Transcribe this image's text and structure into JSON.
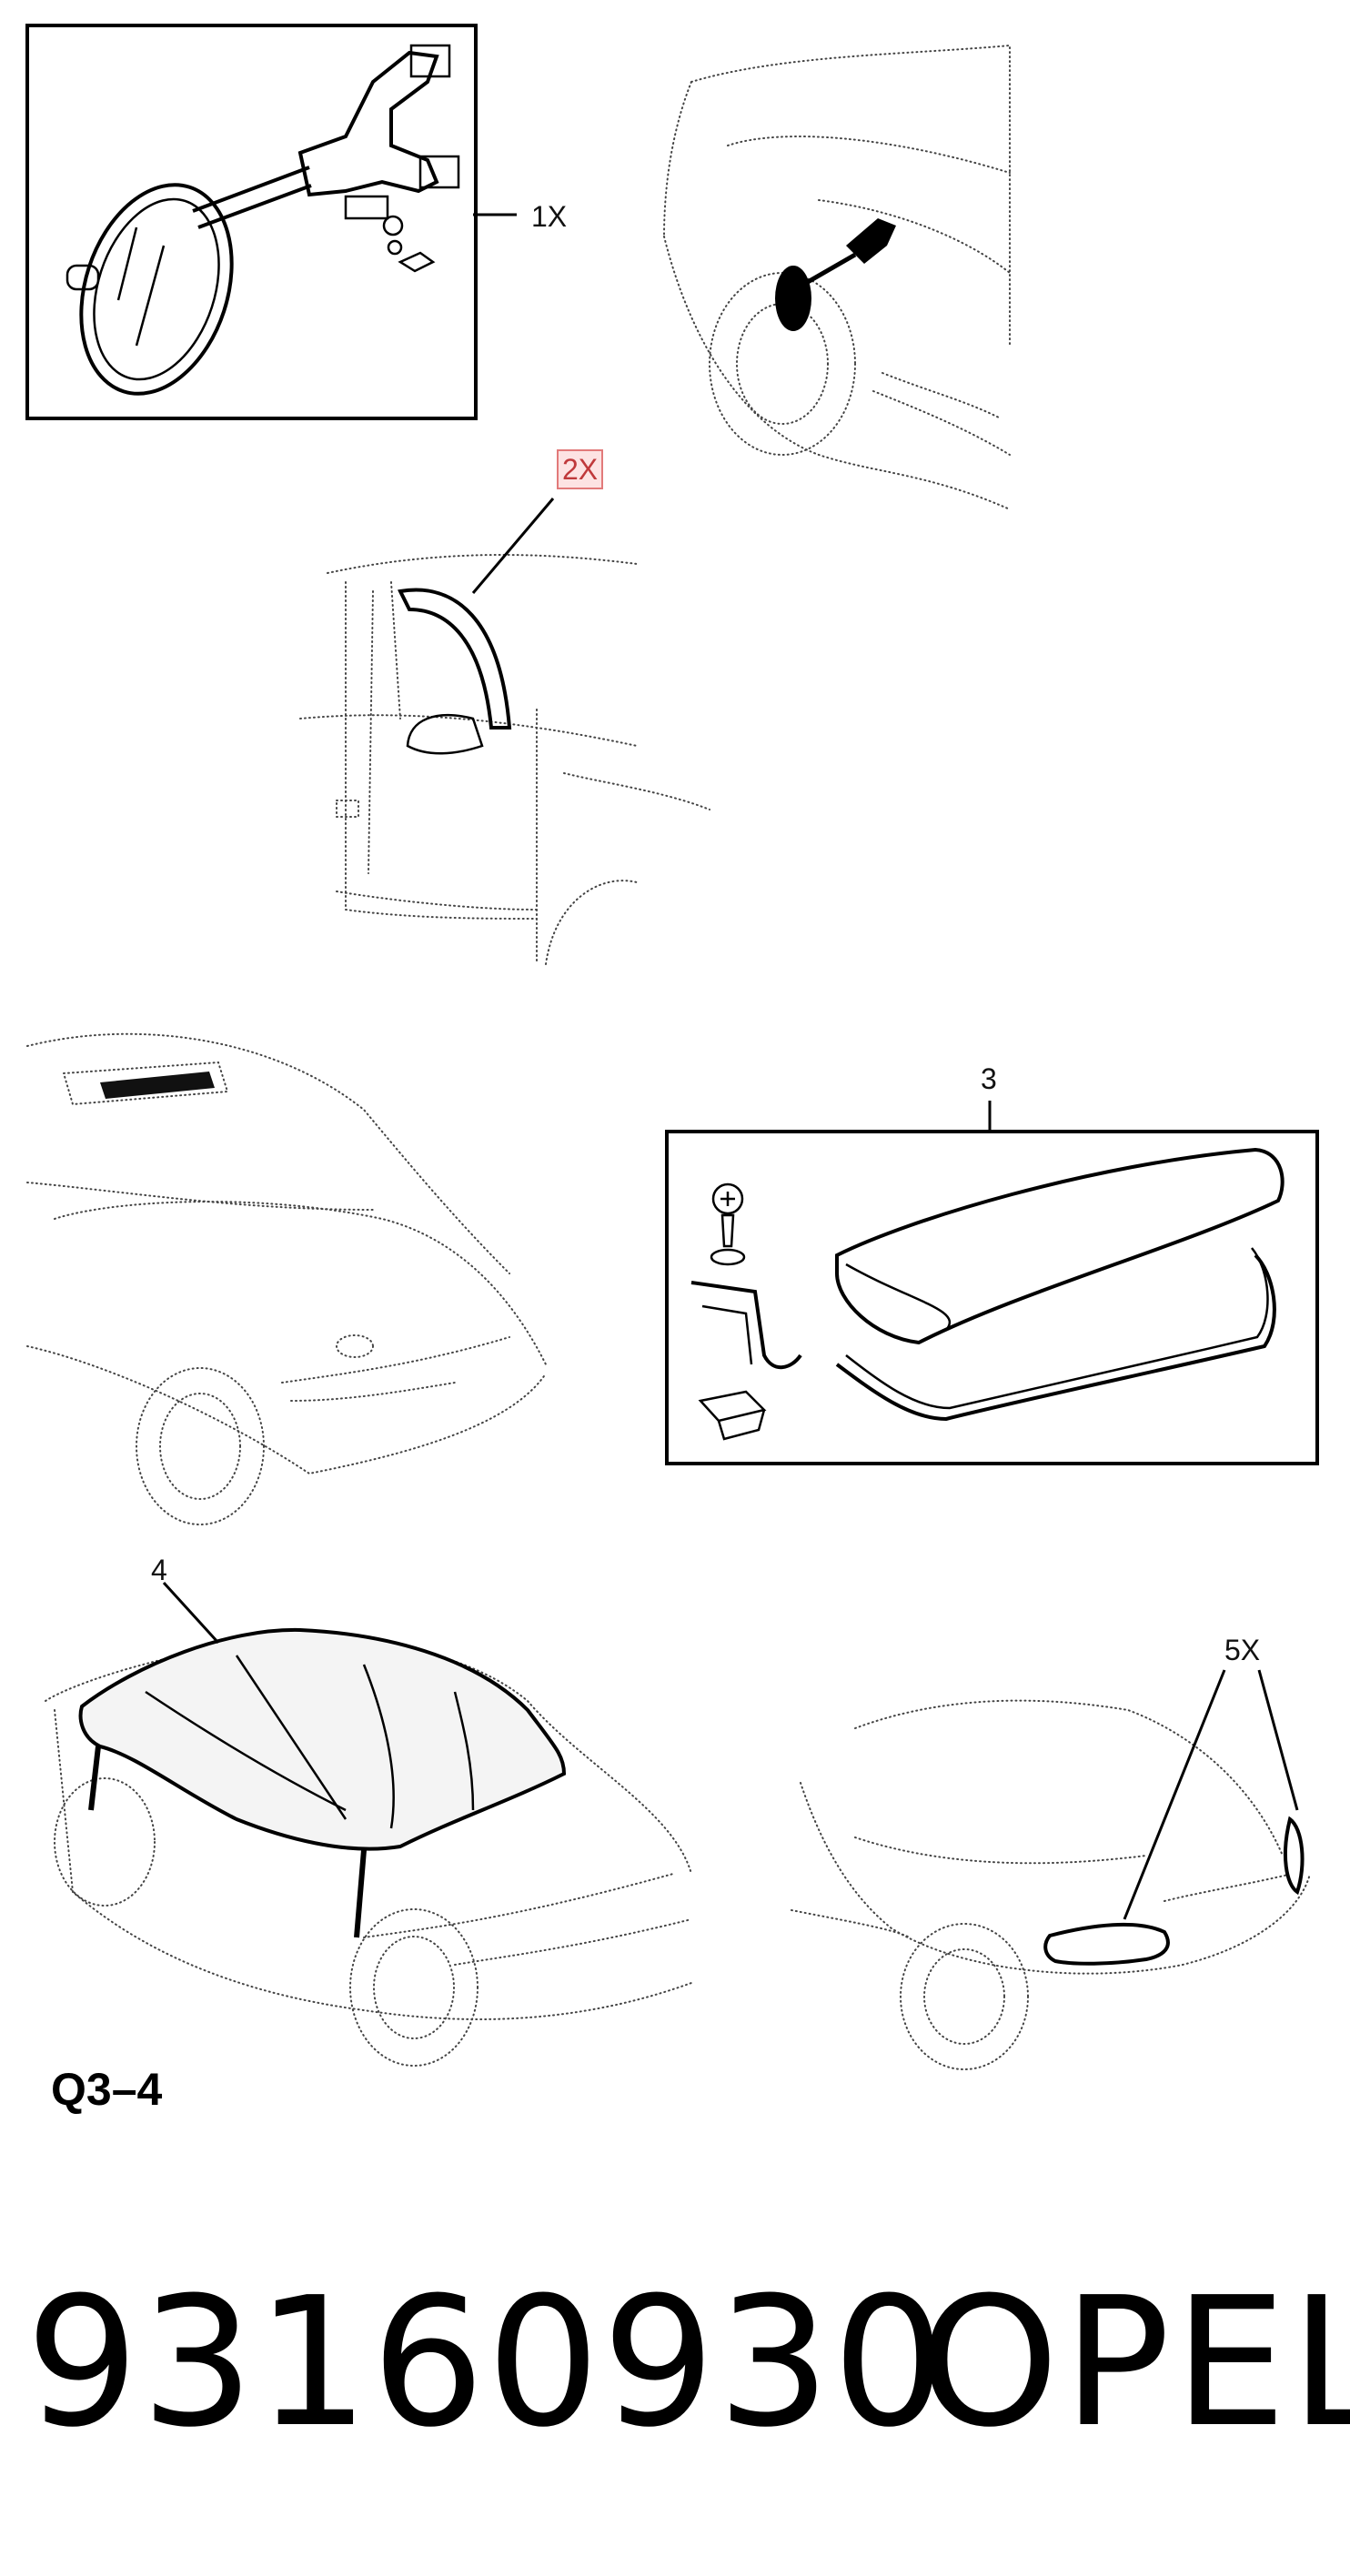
{
  "callouts": {
    "c1": "1X",
    "c2": "2X",
    "c3": "3",
    "c4": "4",
    "c5": "5X"
  },
  "sheet_code": "Q3–4",
  "part_number": "93160930",
  "brand": "OPEL"
}
